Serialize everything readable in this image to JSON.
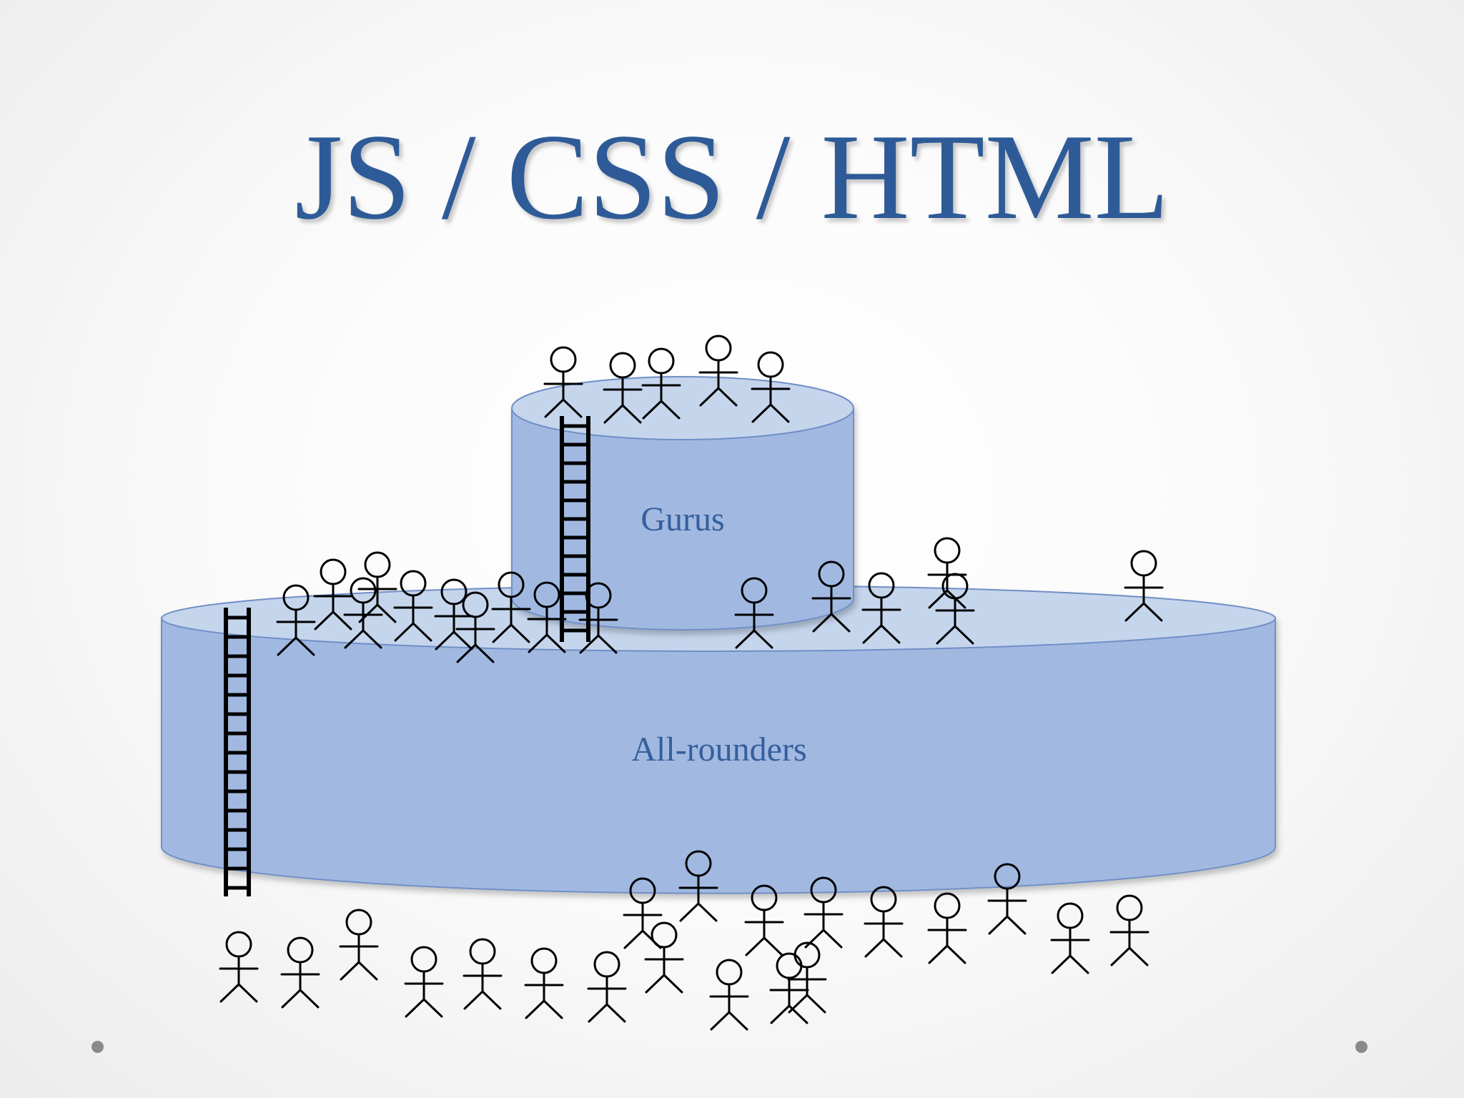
{
  "slide": {
    "title": "JS / CSS / HTML"
  },
  "tiers": {
    "top_label": "Gurus",
    "bottom_label": "All-rounders"
  },
  "colors": {
    "title": "#2e5b98",
    "label": "#355f9c",
    "cylinder_side": "#a1b9e1",
    "cylinder_top": "#c5d5ec",
    "cylinder_edge": "#6f8fc6",
    "figure_stroke": "#000000"
  },
  "icons": [
    "stick-figure-icon",
    "ladder-icon"
  ]
}
